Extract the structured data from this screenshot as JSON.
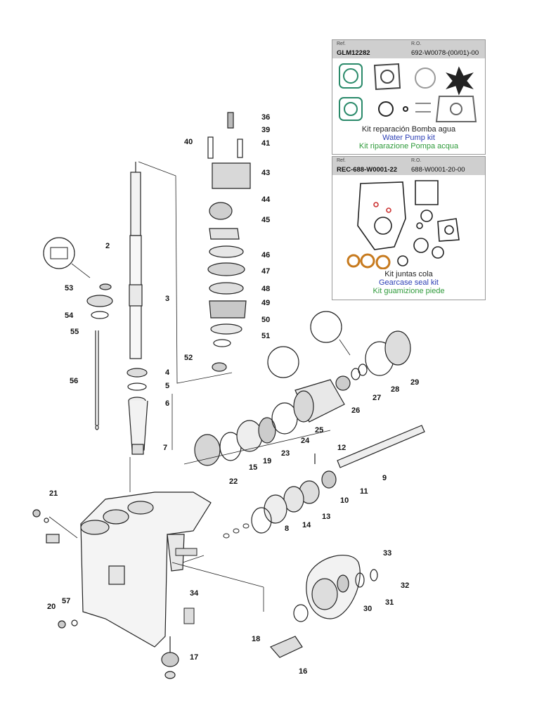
{
  "kits": [
    {
      "ref_label": "Ref.",
      "ref": "GLM12282",
      "ro_label": "R.O.",
      "ro": "692-W0078-(00/01)-00",
      "caption_es": "Kit reparación Bomba agua",
      "caption_en": "Water Pump kit",
      "caption_it": "Kit riparazione Pompa acqua"
    },
    {
      "ref_label": "Ref.",
      "ref": "REC-688-W0001-22",
      "ro_label": "R.O.",
      "ro": "688-W0001-20-00",
      "caption_es": "Kit juntas cola",
      "caption_en": "Gearcase seal kit",
      "caption_it": "Kit guamizione piede"
    }
  ],
  "part_labels": [
    "36",
    "39",
    "40",
    "41",
    "43",
    "44",
    "45",
    "46",
    "47",
    "48",
    "49",
    "50",
    "51",
    "52",
    "2",
    "3",
    "53",
    "54",
    "55",
    "56",
    "4",
    "5",
    "6",
    "7",
    "29",
    "28",
    "27",
    "26",
    "25",
    "24",
    "23",
    "19",
    "15",
    "22",
    "12",
    "9",
    "11",
    "10",
    "13",
    "14",
    "8",
    "21",
    "20",
    "57",
    "34",
    "33",
    "32",
    "31",
    "30",
    "18",
    "16",
    "17"
  ],
  "colors": {
    "kit_blue": "#2c3fb5",
    "kit_green": "#2e9a3a",
    "gasket_teal": "#2a8a6a",
    "seal_orange": "#c77a1e"
  }
}
